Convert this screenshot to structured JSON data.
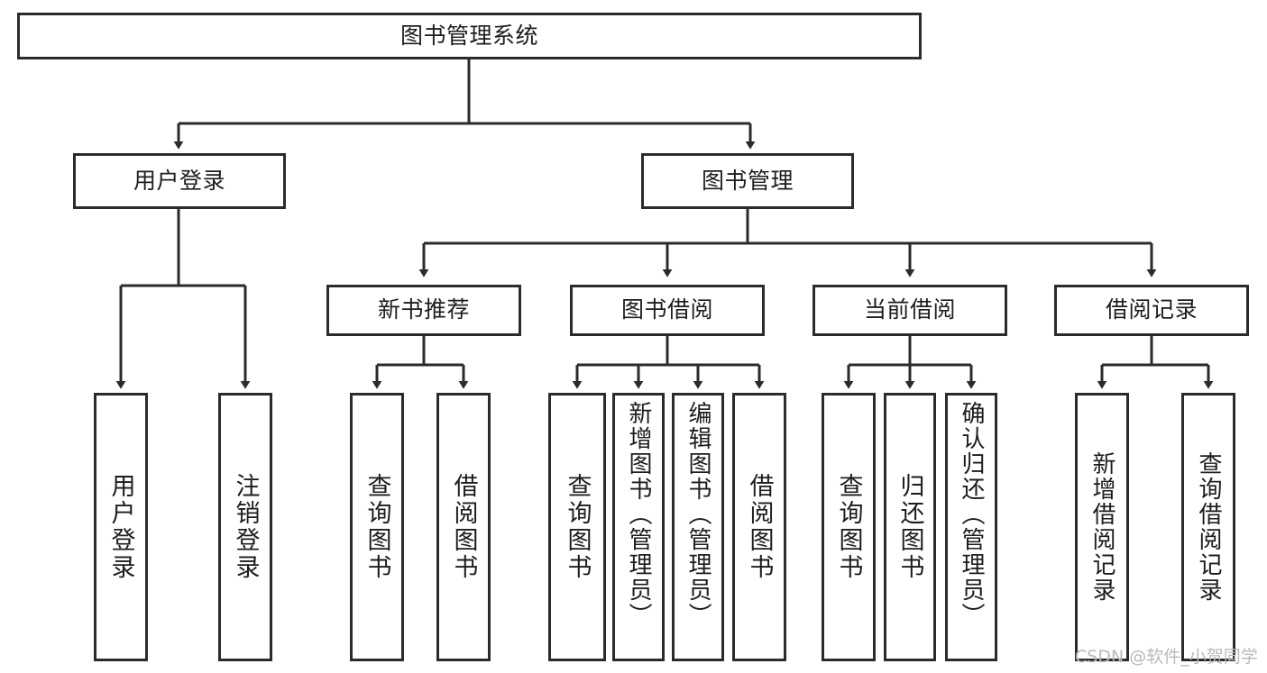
{
  "diagram": {
    "title": "图书管理系统",
    "type": "tree-hierarchy",
    "root": {
      "label": "图书管理系统"
    },
    "level2": [
      {
        "label": "用户登录"
      },
      {
        "label": "图书管理"
      }
    ],
    "level3": [
      {
        "label": "新书推荐"
      },
      {
        "label": "图书借阅"
      },
      {
        "label": "当前借阅"
      },
      {
        "label": "借阅记录"
      }
    ],
    "leaves": {
      "user_login": [
        {
          "label": "用户登录"
        },
        {
          "label": "注销登录"
        }
      ],
      "new_book_recommend": [
        {
          "label": "查询图书"
        },
        {
          "label": "借阅图书"
        }
      ],
      "book_borrow": [
        {
          "label": "查询图书"
        },
        {
          "label": "新增图书（管理员）"
        },
        {
          "label": "编辑图书（管理员）"
        },
        {
          "label": "借阅图书"
        }
      ],
      "current_borrow": [
        {
          "label": "查询图书"
        },
        {
          "label": "归还图书"
        },
        {
          "label": "确认归还（管理员）"
        }
      ],
      "borrow_record": [
        {
          "label": "新增借阅记录"
        },
        {
          "label": "查询借阅记录"
        }
      ]
    }
  },
  "watermark": {
    "text": "CSDN @软件_小贺同学"
  },
  "colors": {
    "stroke": "#2b2b2b",
    "fill": "#ffffff",
    "text": "#1d1d1d",
    "watermark": "#b9b9b9"
  }
}
